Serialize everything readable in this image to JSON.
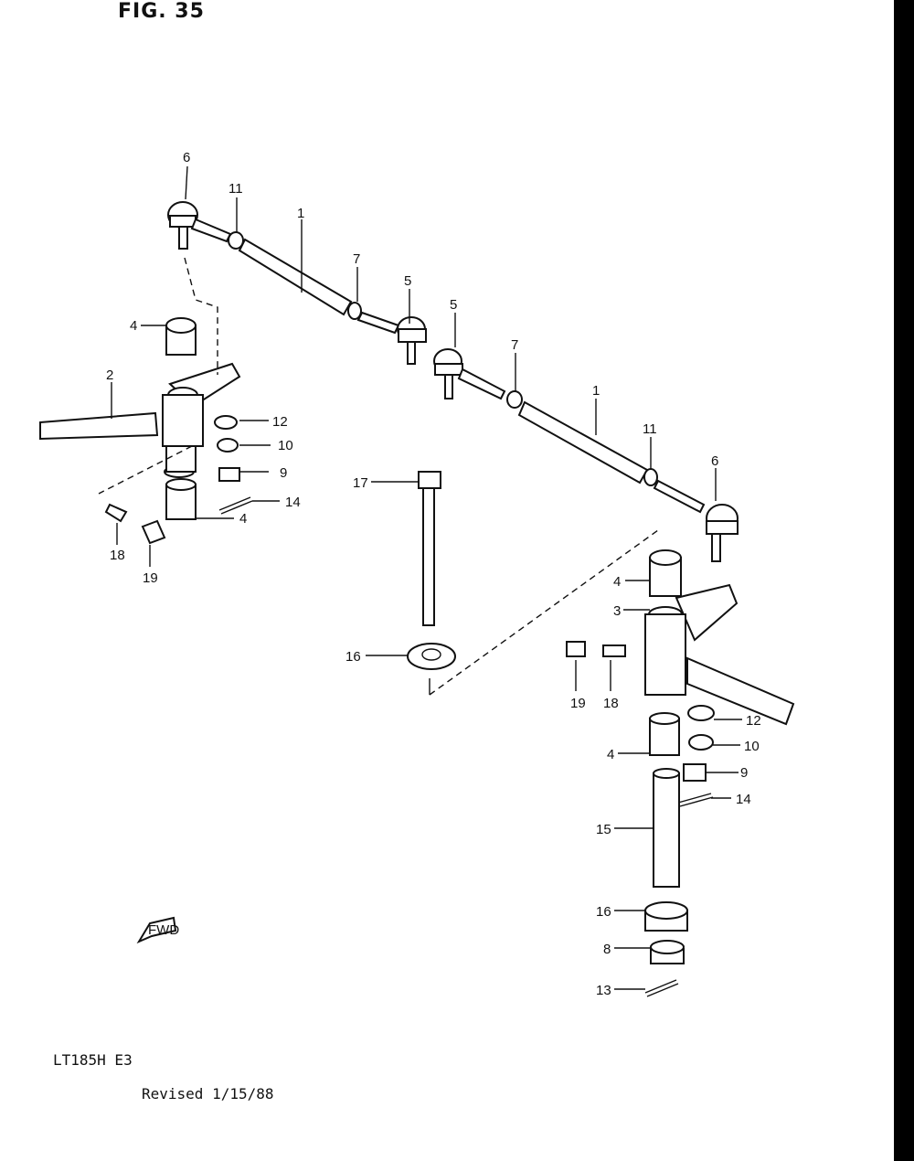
{
  "figure": {
    "title": "FIG. 35",
    "model_code": "LT185H  E3",
    "revised": "Revised 1/15/88",
    "fwd_label": "FWD"
  },
  "callouts": {
    "c1a": "1",
    "c1b": "1",
    "c2": "2",
    "c3": "3",
    "c4a": "4",
    "c4b": "4",
    "c4c": "4",
    "c4d": "4",
    "c5a": "5",
    "c5b": "5",
    "c6a": "6",
    "c6b": "6",
    "c7a": "7",
    "c7b": "7",
    "c8": "8",
    "c9a": "9",
    "c9b": "9",
    "c10a": "10",
    "c10b": "10",
    "c11a": "11",
    "c11b": "11",
    "c12a": "12",
    "c12b": "12",
    "c13": "13",
    "c14a": "14",
    "c14b": "14",
    "c15": "15",
    "c16a": "16",
    "c16b": "16",
    "c17": "17",
    "c18a": "18",
    "c18b": "18",
    "c19a": "19",
    "c19b": "19"
  },
  "colors": {
    "ink": "#111111",
    "paper": "#ffffff",
    "border": "#000000"
  }
}
